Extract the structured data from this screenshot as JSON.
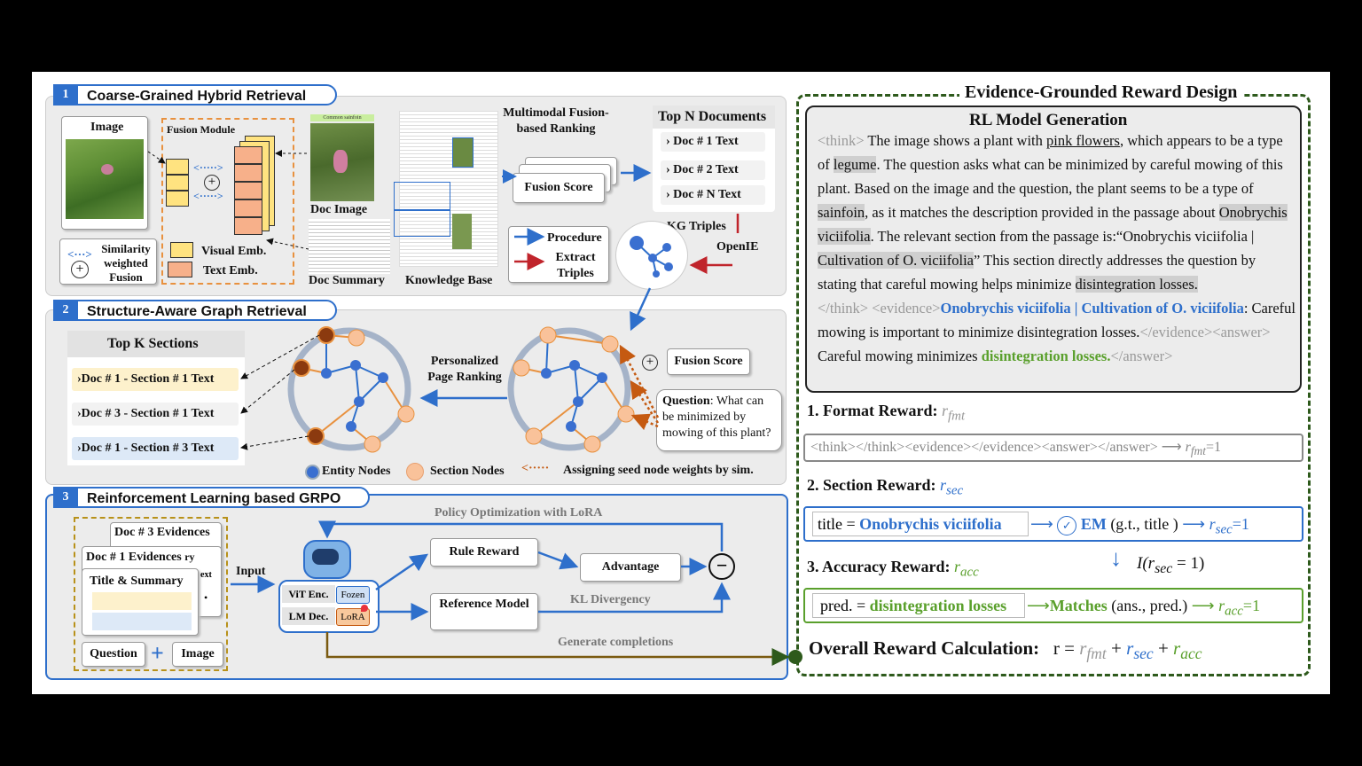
{
  "section1": {
    "number": "1",
    "title": "Coarse-Grained Hybrid Retrieval",
    "image_label": "Image",
    "fusion_module": "Fusion Module",
    "doc_image": "Doc Image",
    "doc_summary": "Doc Summary",
    "knowledge_base": "Knowledge Base",
    "doc_title_small": "Common sainfoin",
    "legend_similarity": "Similarity weighted Fusion",
    "legend_visual": "Visual Emb.",
    "legend_text": "Text Emb.",
    "multimodal_ranking": "Multimodal Fusion-based Ranking",
    "fusion_score": "Fusion Score",
    "top_n_title": "Top N Documents",
    "top_n_docs": [
      "Doc # 1 Text",
      "Doc # 2 Text",
      "Doc # N Text"
    ],
    "procedure": "Procedure",
    "extract_triples": "Extract Triples",
    "kg_triples": "KG Triples",
    "openie": "OpenIE"
  },
  "section2": {
    "number": "2",
    "title": "Structure-Aware Graph Retrieval",
    "top_k_title": "Top K Sections",
    "top_k_items": [
      "Doc # 1 - Section  # 1 Text",
      "Doc # 3 - Section # 1 Text",
      "Doc # 1 - Section # 3 Text"
    ],
    "ppr": "Personalized Page Ranking",
    "fusion_score": "Fusion Score",
    "question_label": "Question",
    "question_text": ": What can be minimized by mowing of this plant?",
    "entity_nodes": "Entity Nodes",
    "section_nodes": "Section Nodes",
    "seed_weights": "Assigning seed node weights by sim."
  },
  "section3": {
    "number": "3",
    "title": "Reinforcement Learning based GRPO",
    "doc3_evidences": "Doc # 3 Evidences",
    "doc1_evidences": "Doc # 1 Evidences",
    "title_summary": "Title & Summary",
    "partial_ry": "ry",
    "partial_ext": "ext",
    "partial_dot": "•",
    "question": "Question",
    "image": "Image",
    "input": "Input",
    "vit_enc": "ViT Enc.",
    "frozen": "Fozen",
    "lm_dec": "LM Dec.",
    "lora": "LoRA",
    "policy_opt": "Policy Optimization with LoRA",
    "rule_reward": "Rule Reward",
    "advantage": "Advantage",
    "reference_model": "Reference Model",
    "kl_divergency": "KL Divergency",
    "generate_completions": "Generate completions"
  },
  "reward": {
    "title": "Evidence-Grounded Reward Design",
    "rl_generation_title": "RL Model Generation",
    "format_reward_label": "1. Format Reward:",
    "format_reward_sym": "r",
    "format_reward_sub": "fmt",
    "format_box": "<think></think><evidence></evidence><answer></answer>",
    "format_result": "=1",
    "section_reward_label": "2. Section Reward:",
    "section_reward_sub": "sec",
    "section_title_prefix": "title = ",
    "section_title_value": "Onobrychis viciifolia",
    "em_label": "EM",
    "em_args": "(g.t., title )",
    "section_result": "=1",
    "indicator": "I(r",
    "indicator_sub": "sec",
    "indicator_tail": " = 1)",
    "accuracy_reward_label": "3. Accuracy Reward:",
    "accuracy_reward_sub": "acc",
    "pred_prefix": "pred. = ",
    "pred_value": "disintegration losses",
    "matches": "Matches",
    "matches_args": "(ans., pred.)",
    "accuracy_result": "=1",
    "overall_label": "Overall Reward Calculation:",
    "overall_formula": "r = "
  },
  "colors": {
    "blue": "#2e6fcb",
    "green": "#5aa02c",
    "orange": "#e8913f",
    "dark_red": "#8b3a0f",
    "olive": "#7a5a10",
    "panel_gray": "#eeeeee"
  }
}
